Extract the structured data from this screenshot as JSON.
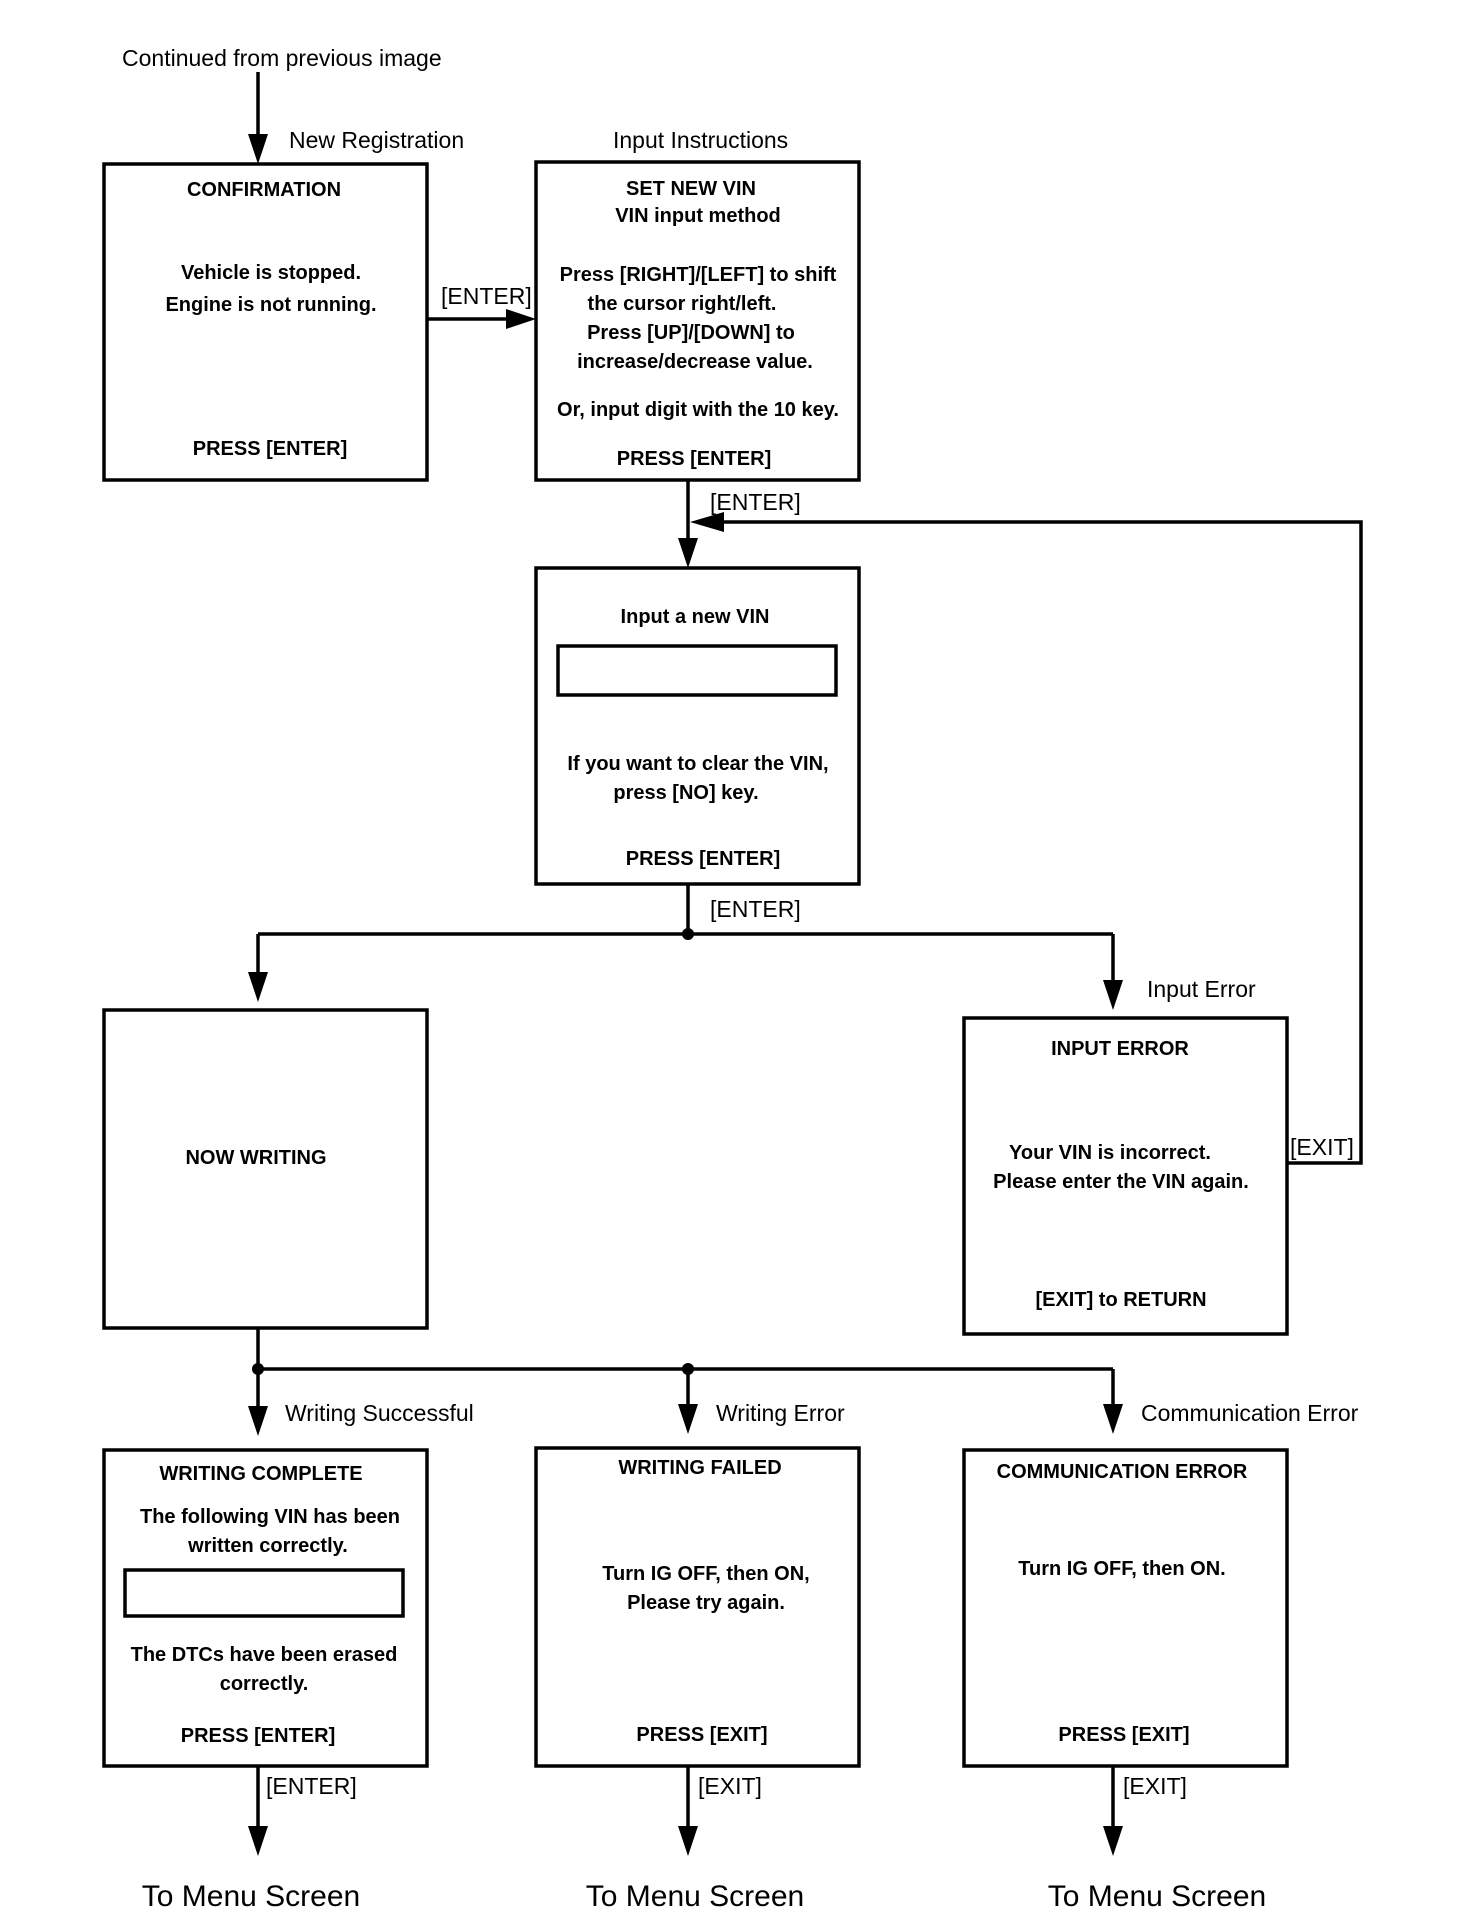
{
  "labels": {
    "continued": "Continued from previous image",
    "new_registration": "New Registration",
    "input_instructions": "Input Instructions",
    "input_error": "Input Error",
    "writing_successful": "Writing Successful",
    "writing_error": "Writing Error",
    "communication_error": "Communication Error",
    "enter_1": "[ENTER]",
    "enter_2": "[ENTER]",
    "enter_3": "[ENTER]",
    "enter_4": "[ENTER]",
    "exit_loop": "[EXIT]",
    "exit_1": "[EXIT]",
    "exit_2": "[EXIT]",
    "to_menu_1": "To Menu Screen",
    "to_menu_2": "To Menu Screen",
    "to_menu_3": "To Menu Screen"
  },
  "screens": {
    "confirmation": {
      "title": "CONFIRMATION",
      "line1": "Vehicle is stopped.",
      "line2": "Engine is not running.",
      "footer": "PRESS [ENTER]"
    },
    "set_new_vin": {
      "title": "SET NEW VIN",
      "subtitle": "VIN input method",
      "line1": "Press [RIGHT]/[LEFT] to shift",
      "line2": "the cursor right/left.",
      "line3": "Press [UP]/[DOWN] to",
      "line4": "increase/decrease value.",
      "line5": "Or, input digit with the 10 key.",
      "footer": "PRESS [ENTER]"
    },
    "input_vin": {
      "title": "Input a new VIN",
      "field_value": "",
      "line1": "If you want to clear the VIN,",
      "line2": "press [NO] key.",
      "footer": "PRESS [ENTER]"
    },
    "now_writing": {
      "title": "NOW WRITING"
    },
    "input_error": {
      "title": "INPUT ERROR",
      "line1": "Your VIN is incorrect.",
      "line2": "Please enter the VIN again.",
      "footer": "[EXIT] to RETURN"
    },
    "writing_complete": {
      "title": "WRITING COMPLETE",
      "line1": "The following VIN has been",
      "line2": "written correctly.",
      "field_value": "",
      "line3": "The DTCs have been erased",
      "line4": "correctly.",
      "footer": "PRESS [ENTER]"
    },
    "writing_failed": {
      "title": "WRITING FAILED",
      "line1": "Turn IG OFF, then ON,",
      "line2": "Please try again.",
      "footer": "PRESS [EXIT]"
    },
    "communication_error": {
      "title": "COMMUNICATION ERROR",
      "line1": "Turn IG OFF, then ON.",
      "footer": "PRESS [EXIT]"
    }
  }
}
